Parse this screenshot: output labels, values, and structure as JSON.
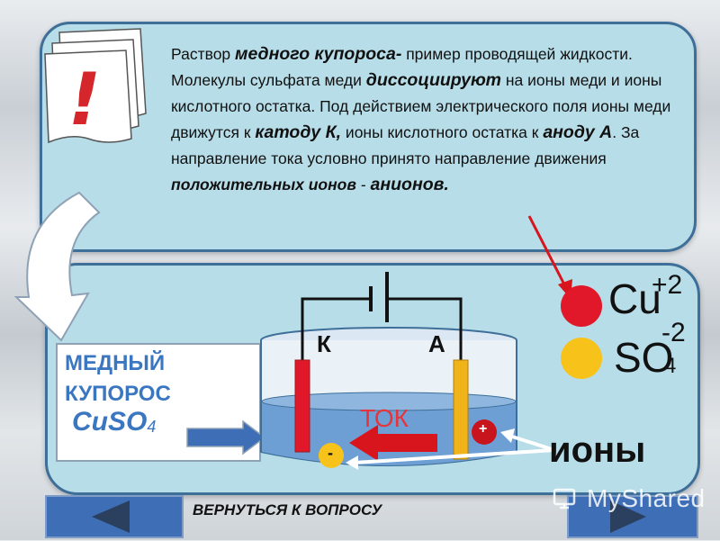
{
  "info": {
    "p1": "Раствор ",
    "p2": "медного купороса-",
    "p3": " пример проводящей жидкости. Молекулы сульфата меди ",
    "p4": "диссоциируют",
    "p5": " на ионы меди и ионы кислотного остатка. Под действием электрического поля ионы меди движутся к ",
    "p6": "катоду К,",
    "p7": " ионы кислотного остатка к ",
    "p8": "аноду А",
    "p9": ". За направление тока условно принято направление движения ",
    "p10": "положительных ионов",
    "p11": " - ",
    "p12": "анионов."
  },
  "notice_symbol": "!",
  "substance": {
    "name": "МЕДНЫЙ КУПОРОС",
    "formula_main": "CuSO",
    "formula_sub": "4"
  },
  "electrodes": {
    "cathode": "К",
    "anode": "А"
  },
  "current_label": "ТОК",
  "ions_label": "ионы",
  "ion_cu": {
    "symbol": "Cu",
    "charge": "+2",
    "color": "#e0182a"
  },
  "ion_so4": {
    "symbol": "SO",
    "sub": "4",
    "charge": "-2",
    "color": "#f7c31a"
  },
  "ion_signs": {
    "plus": "+",
    "minus": "-"
  },
  "back_link": "ВЕРНУТЬСЯ К ВОПРОСУ",
  "watermark": "MyShared",
  "colors": {
    "panel_fill": "#b7dde8",
    "panel_border": "#3e6f99",
    "accent_blue": "#3b76c1",
    "electrode_red": "#e0182a",
    "electrode_yellow": "#f0b41a",
    "liquid": "#6d9fd4",
    "nav_button": "#3e6fb6"
  }
}
